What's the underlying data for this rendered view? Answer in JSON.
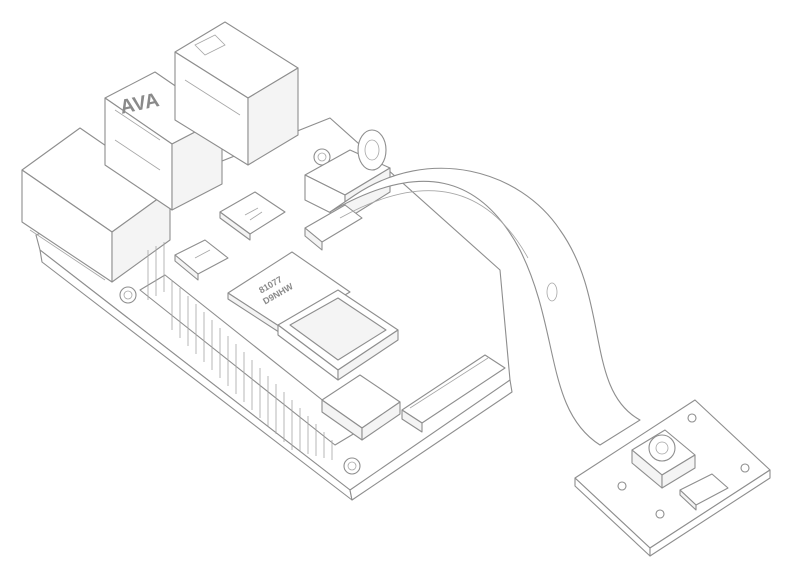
{
  "diagram": {
    "colors": {
      "line": "#8e8e8e",
      "fill": "#ffffff",
      "shade": "#f4f4f4"
    },
    "chip_text": [
      "81077",
      "D9NHW"
    ],
    "usb_label": "AVA"
  }
}
